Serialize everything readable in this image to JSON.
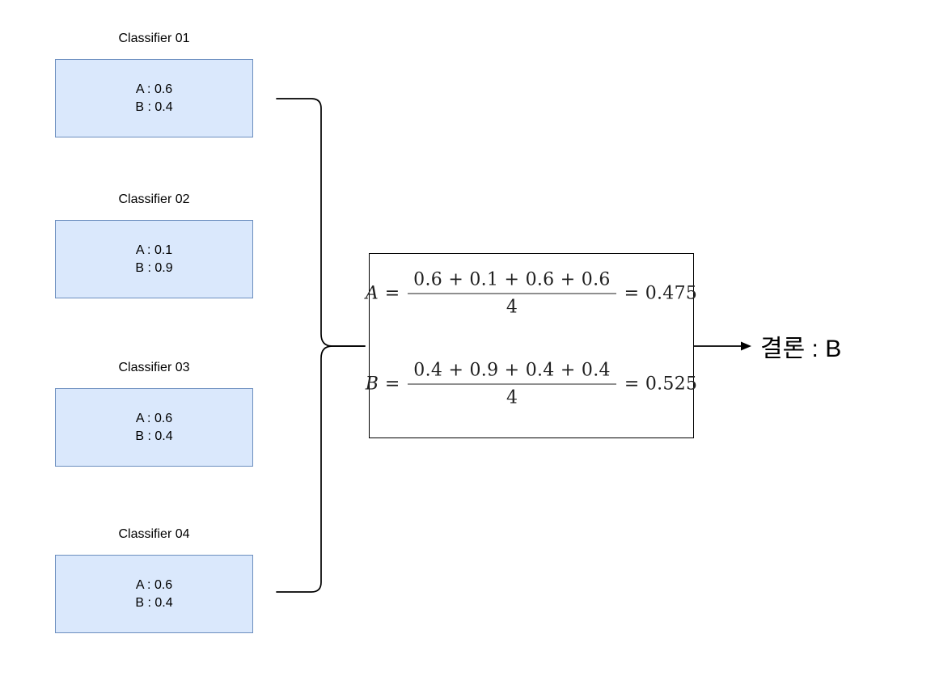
{
  "diagram": {
    "classifiers": [
      {
        "title": "Classifier 01",
        "prob_a": "A : 0.6",
        "prob_b": "B : 0.4"
      },
      {
        "title": "Classifier 02",
        "prob_a": "A : 0.1",
        "prob_b": "B : 0.9"
      },
      {
        "title": "Classifier 03",
        "prob_a": "A : 0.6",
        "prob_b": "B : 0.4"
      },
      {
        "title": "Classifier 04",
        "prob_a": "A : 0.6",
        "prob_b": "B : 0.4"
      }
    ],
    "aggregation": {
      "formula_a": {
        "variable": "A",
        "equals": "=",
        "numerator": "0.6 + 0.1 + 0.6 + 0.6",
        "denominator": "4",
        "result": "= 0.475"
      },
      "formula_b": {
        "variable": "B",
        "equals": "=",
        "numerator": "0.4 + 0.9 + 0.4 + 0.4",
        "denominator": "4",
        "result": "= 0.525"
      }
    },
    "conclusion": {
      "label": "결론 : B"
    },
    "colors": {
      "box_fill": "#dae8fc",
      "box_border": "#6c8ebf",
      "line": "#000000",
      "formula_text": "#1f1f1f"
    }
  }
}
